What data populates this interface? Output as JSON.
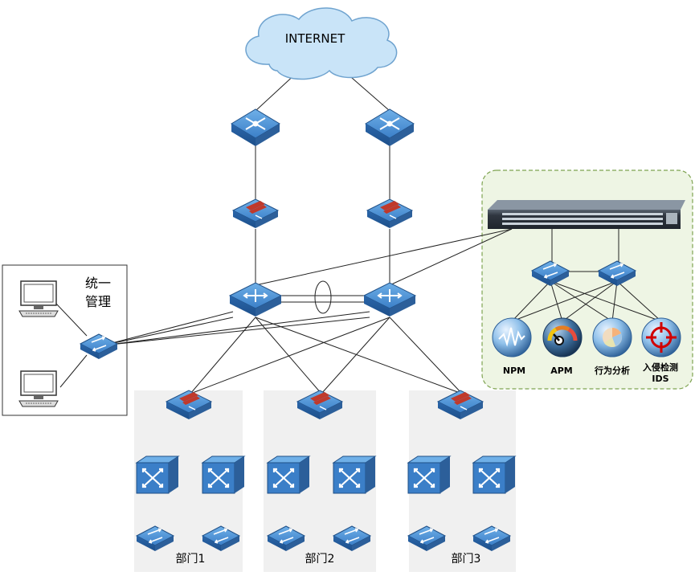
{
  "internet_label": "INTERNET",
  "management_label_line1": "统一",
  "management_label_line2": "管理",
  "departments": [
    {
      "label": "部门1"
    },
    {
      "label": "部门2"
    },
    {
      "label": "部门3"
    }
  ],
  "tools": [
    {
      "label": "NPM",
      "icon": "npm-icon"
    },
    {
      "label": "APM",
      "icon": "apm-icon"
    },
    {
      "label": "行为分析",
      "icon": "behavior-analysis-icon"
    },
    {
      "label": "入侵检测",
      "label2": "IDS",
      "icon": "ids-icon"
    }
  ],
  "colors": {
    "device_blue": "#3b7fc8",
    "cloud_fill": "#c9e4f8",
    "monitor_zone_fill": "#eef5e4",
    "monitor_zone_border": "#7ea350",
    "department_zone_fill": "#f0f0f0"
  }
}
